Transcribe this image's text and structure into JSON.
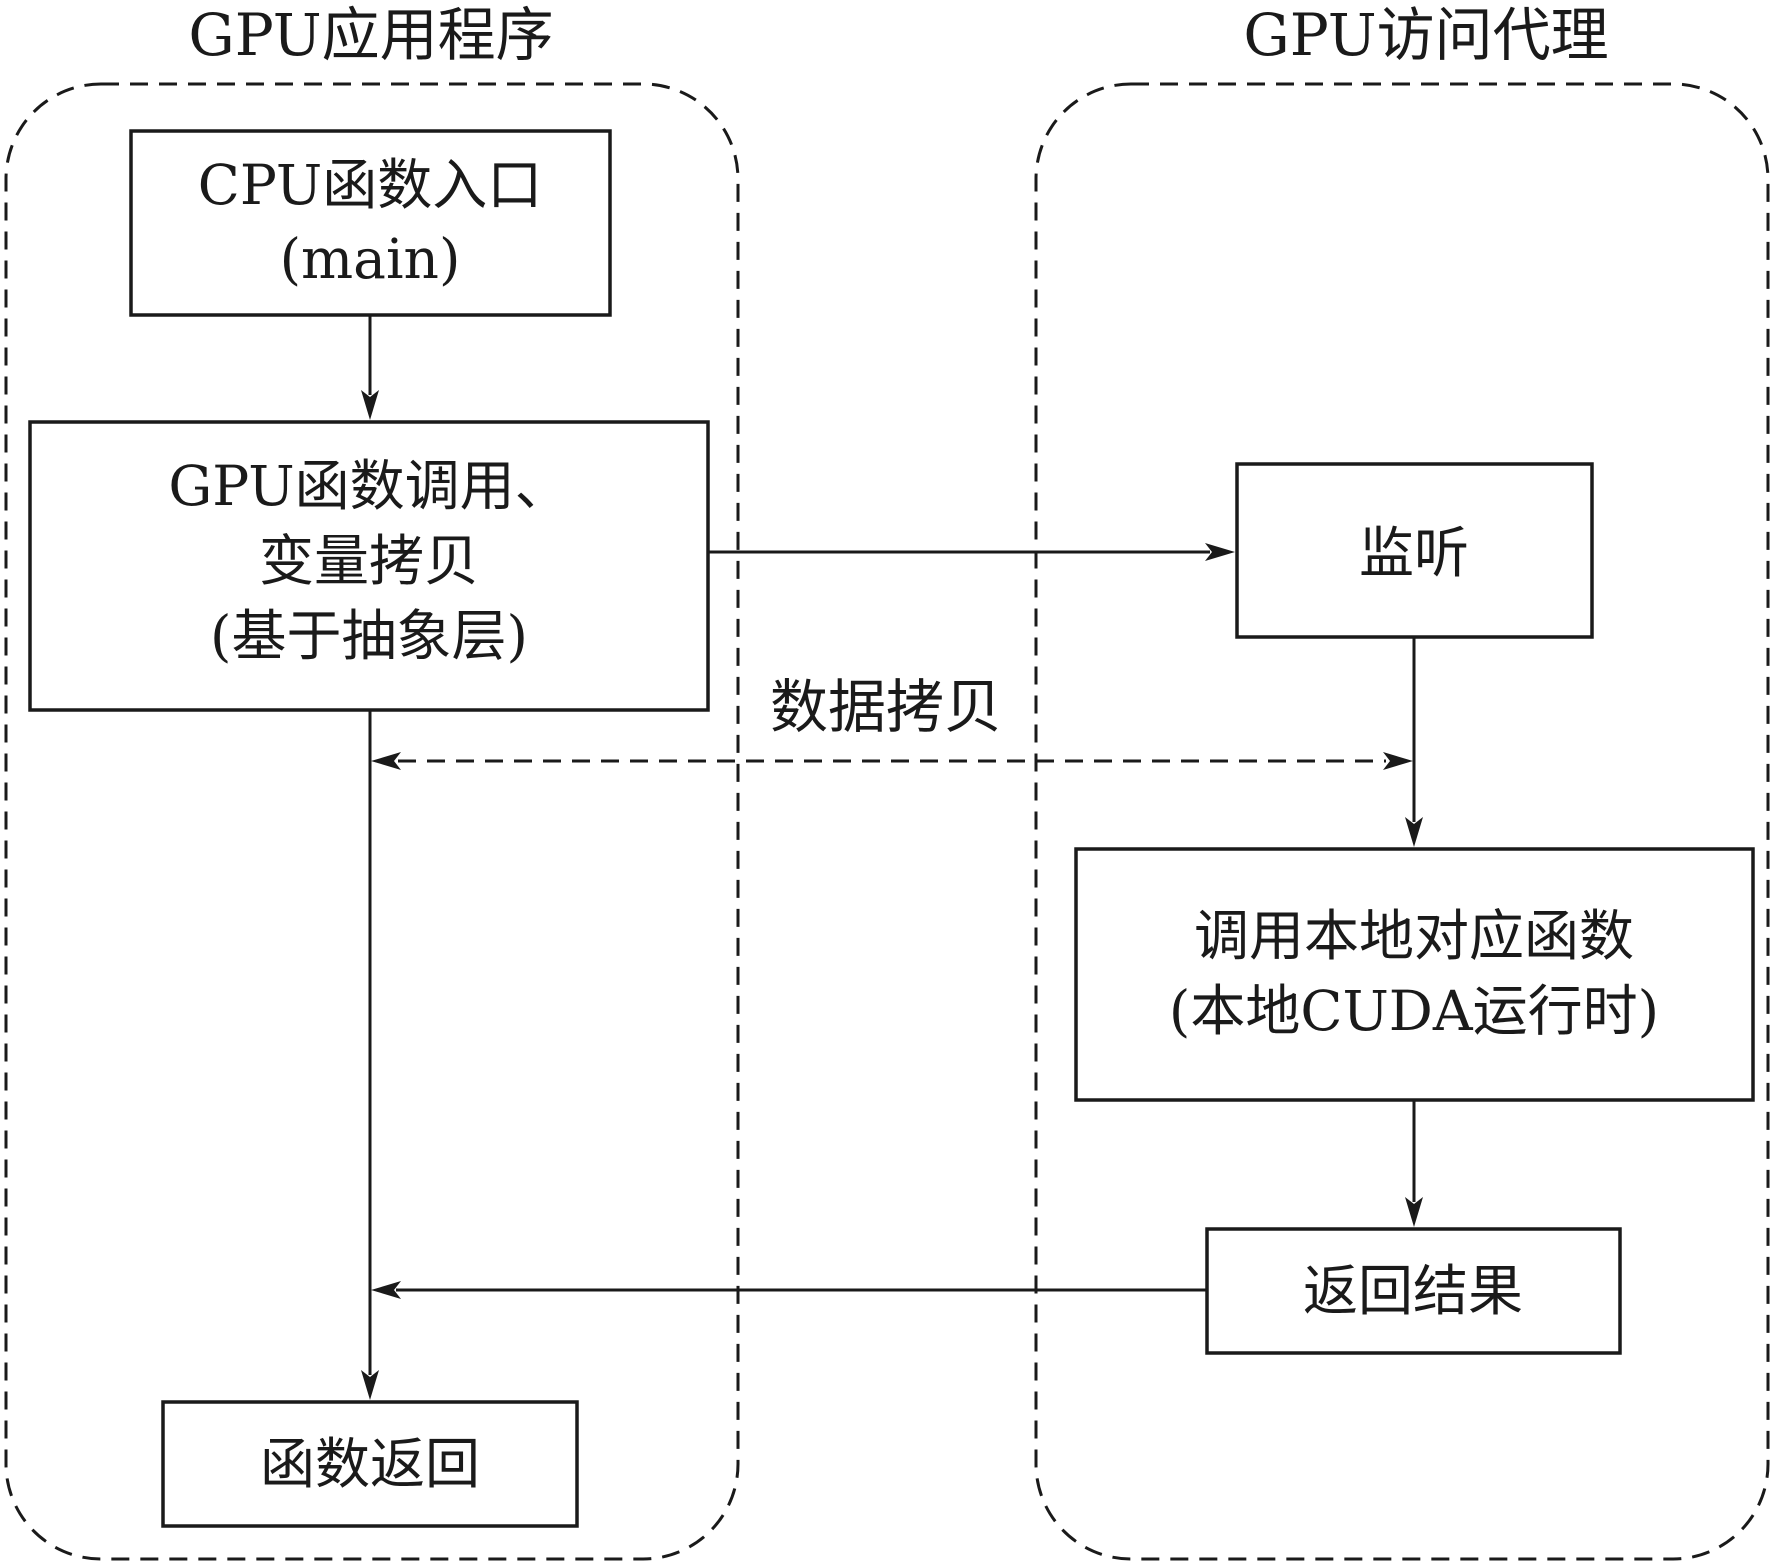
{
  "lanes": {
    "app": {
      "title": "GPU应用程序"
    },
    "proxy": {
      "title": "GPU访问代理"
    }
  },
  "nodes": {
    "cpu_entry": {
      "lines": [
        "CPU函数入口",
        "(main)"
      ]
    },
    "gpu_call": {
      "lines": [
        "GPU函数调用、",
        "变量拷贝",
        "(基于抽象层)"
      ]
    },
    "func_return": {
      "lines": [
        "函数返回"
      ]
    },
    "listen": {
      "lines": [
        "监听"
      ]
    },
    "call_local": {
      "lines": [
        "调用本地对应函数",
        "(本地CUDA运行时)"
      ]
    },
    "return_result": {
      "lines": [
        "返回结果"
      ]
    }
  },
  "edges": {
    "data_copy": {
      "label": "数据拷贝"
    }
  }
}
